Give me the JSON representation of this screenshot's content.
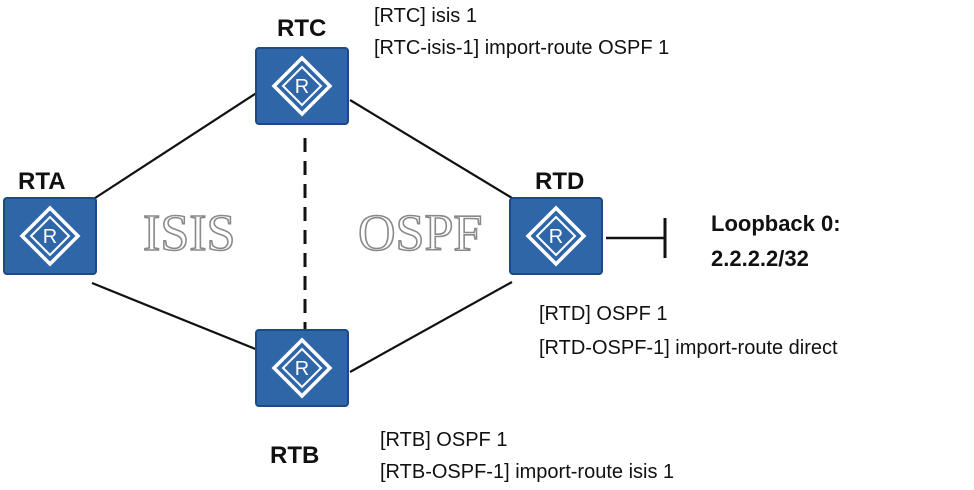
{
  "diagram": {
    "routers": [
      {
        "id": "RTA",
        "label": "RTA"
      },
      {
        "id": "RTB",
        "label": "RTB"
      },
      {
        "id": "RTC",
        "label": "RTC"
      },
      {
        "id": "RTD",
        "label": "RTD"
      }
    ],
    "areas": {
      "isis": "ISIS",
      "ospf": "OSPF"
    },
    "loopback": {
      "name": "Loopback 0:",
      "address": "2.2.2.2/32"
    },
    "configs": {
      "rtc": [
        "[RTC] isis 1",
        "[RTC-isis-1] import-route OSPF 1"
      ],
      "rtd": [
        "[RTD] OSPF 1",
        "[RTD-OSPF-1] import-route direct"
      ],
      "rtb": [
        "[RTB] OSPF 1",
        "[RTB-OSPF-1] import-route isis 1"
      ]
    },
    "router_icon_glyph": "R",
    "colors": {
      "router_fill": "#2f66a8",
      "router_edge": "#1c4a83",
      "link": "#111111"
    }
  }
}
